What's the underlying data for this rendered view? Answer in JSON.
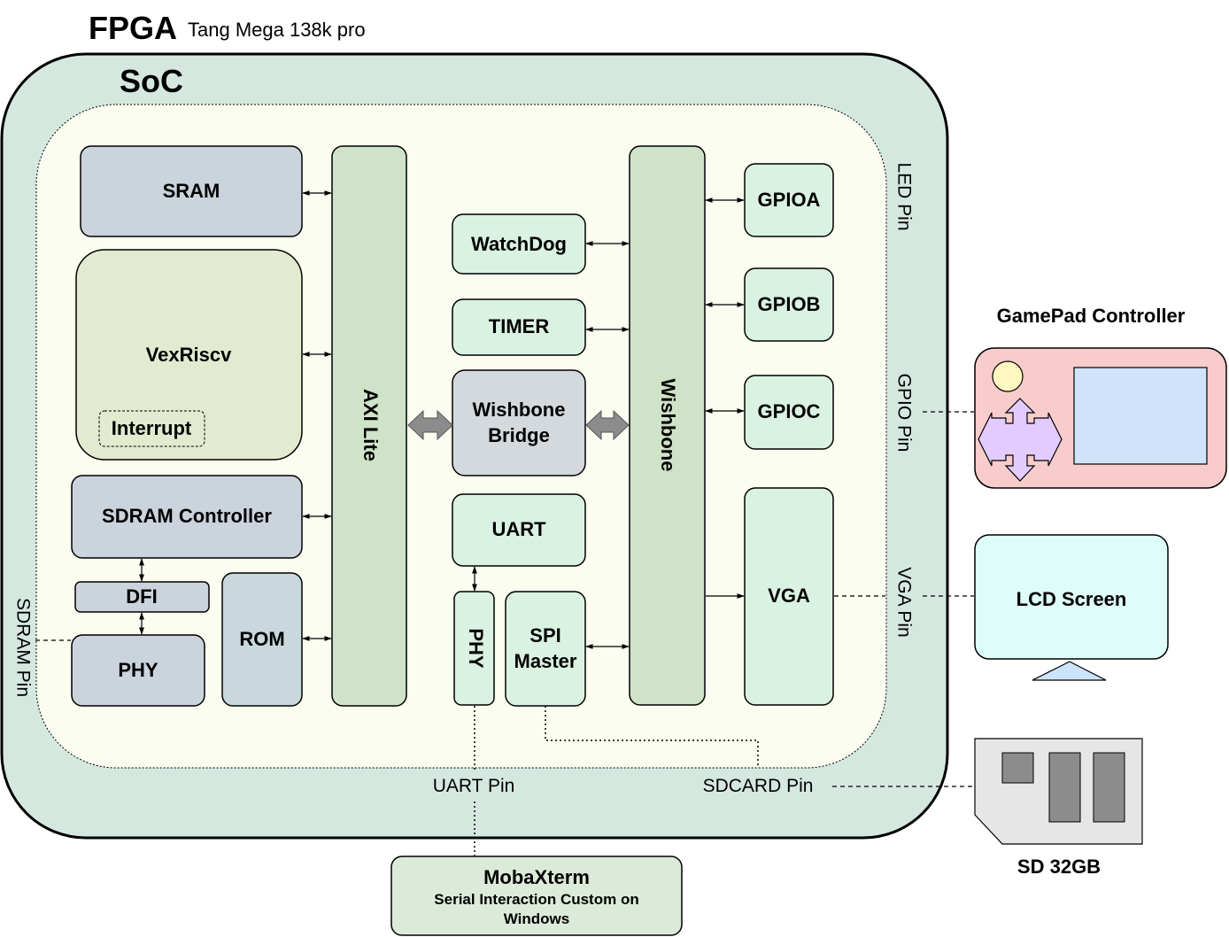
{
  "title": {
    "fpga": "FPGA",
    "board": "Tang Mega 138k pro"
  },
  "soc": {
    "label": "SoC"
  },
  "blocks": {
    "sram": "SRAM",
    "vexriscv": "VexRiscv",
    "interrupt": "Interrupt",
    "sdram_controller": "SDRAM Controller",
    "dfi": "DFI",
    "phy_mem": "PHY",
    "rom": "ROM",
    "axi_lite": "AXI Lite",
    "watchdog": "WatchDog",
    "timer": "TIMER",
    "wishbone_bridge_line1": "Wishbone",
    "wishbone_bridge_line2": "Bridge",
    "uart": "UART",
    "phy_uart": "PHY",
    "spi_line1": "SPI",
    "spi_line2": "Master",
    "wishbone_bus": "Wishbone",
    "gpioa": "GPIOA",
    "gpiob": "GPIOB",
    "gpioc": "GPIOC",
    "vga": "VGA"
  },
  "pins": {
    "led": "LED  Pin",
    "gpio": "GPIO  Pin",
    "vga": "VGA  Pin",
    "sdram": "SDRAM Pin",
    "uart": "UART  Pin",
    "sdcard": "SDCARD Pin"
  },
  "external": {
    "gamepad_title": "GamePad Controller",
    "lcd": "LCD Screen",
    "sd_card": "SD 32GB",
    "mobaxterm_title": "MobaXterm",
    "mobaxterm_line1": "Serial Interaction Custom on",
    "mobaxterm_line2": "Windows"
  },
  "colors": {
    "soc_fill": "#d5e8e0",
    "inner_fill": "#fbfdf0",
    "memory_block": "#cbd3dd",
    "cpu_block": "#e2ead0",
    "bus_block": "#cfe3c8",
    "peripheral_block": "#daf2e2",
    "bridge_block": "#d3d9dc",
    "gamepad_fill": "#f9cccc",
    "lcd_fill": "#dffdf8",
    "sd_fill": "#e6e6e6",
    "moba_fill": "#dcebd9"
  }
}
